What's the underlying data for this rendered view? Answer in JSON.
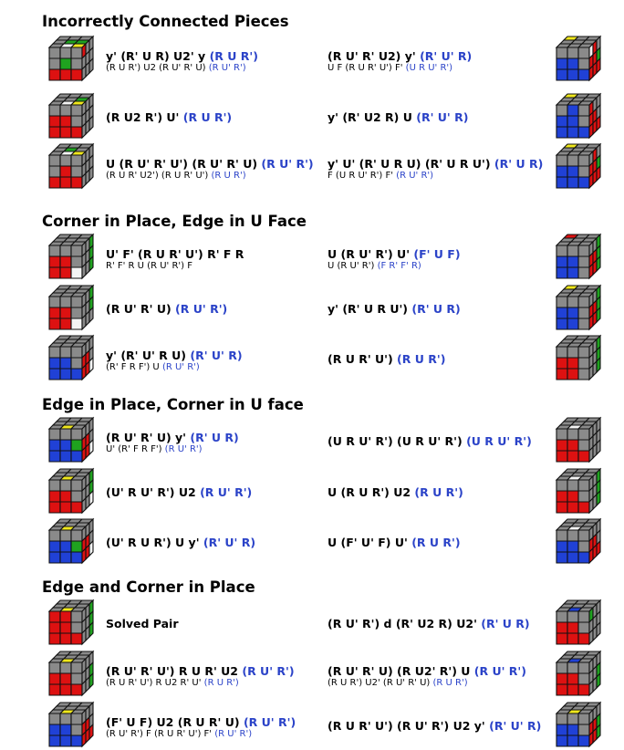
{
  "palette": {
    "white": "#f4f4f4",
    "yellow": "#f0e81c",
    "red": "#dd1111",
    "green": "#1fa31f",
    "blue": "#2041d6",
    "gray": "#8a8a8a",
    "edge": "#111111",
    "link_blue": "#2b43c8"
  },
  "sections": [
    {
      "title": "Incorrectly Connected Pieces",
      "rows": [
        {
          "left": {
            "main": "y' (R' U R) U2' y",
            "main_blue": "(R U R')",
            "alt": "(R U R') U2 (R U' R' U)",
            "alt_blue": "(R U' R')"
          },
          "right": {
            "main": "(R U' R' U2) y'",
            "main_blue": "(R' U' R)",
            "alt": "U F (R U R' U') F'",
            "alt_blue": "(U R U' R')"
          }
        },
        {
          "left": {
            "main": "(R U2 R') U'",
            "main_blue": "(R U R')",
            "alt": "",
            "alt_blue": ""
          },
          "right": {
            "main": "y' (R' U2 R) U",
            "main_blue": "(R' U' R)",
            "alt": "",
            "alt_blue": ""
          }
        },
        {
          "left": {
            "main": "U (R U' R' U') (R U' R' U)",
            "main_blue": "(R U' R')",
            "alt": "(R U R' U2') (R U R' U')",
            "alt_blue": "(R U R')"
          },
          "right": {
            "main": "y' U' (R' U R U) (R' U R U')",
            "main_blue": "(R' U R)",
            "alt": "F (U R U' R') F'",
            "alt_blue": "(R U' R')"
          }
        }
      ]
    },
    {
      "title": "Corner in Place, Edge in U Face",
      "rows": [
        {
          "left": {
            "main": "U' F' (R U R' U') R' F R",
            "main_blue": "",
            "alt": "R' F' R U (R U' R') F",
            "alt_blue": ""
          },
          "right": {
            "main": "U (R U' R') U'",
            "main_blue": "(F' U F)",
            "alt": "U (R U' R')",
            "alt_blue": "(F R' F' R)"
          }
        },
        {
          "left": {
            "main": "(R U' R' U)",
            "main_blue": "(R U' R')",
            "alt": "",
            "alt_blue": ""
          },
          "right": {
            "main": "y' (R' U R U')",
            "main_blue": "(R' U R)",
            "alt": "",
            "alt_blue": ""
          }
        },
        {
          "left": {
            "main": "y' (R' U' R U)",
            "main_blue": "(R' U' R)",
            "alt": "(R' F R F') U",
            "alt_blue": "(R U' R')"
          },
          "right": {
            "main": "(R U R' U')",
            "main_blue": "(R U R')",
            "alt": "",
            "alt_blue": ""
          }
        }
      ]
    },
    {
      "title": "Edge in Place, Corner in U face",
      "rows": [
        {
          "left": {
            "main": "(R U' R' U) y'",
            "main_blue": "(R' U R)",
            "alt": "U' (R' F R F')",
            "alt_blue": "(R U' R')"
          },
          "right": {
            "main": "(U R U' R') (U R U' R')",
            "main_blue": "(U R U' R')",
            "alt": "",
            "alt_blue": ""
          }
        },
        {
          "left": {
            "main": "(U' R U' R') U2",
            "main_blue": "(R U' R')",
            "alt": "",
            "alt_blue": ""
          },
          "right": {
            "main": "U (R U R') U2",
            "main_blue": "(R U R')",
            "alt": "",
            "alt_blue": ""
          }
        },
        {
          "left": {
            "main": "(U' R U R') U y'",
            "main_blue": "(R' U' R)",
            "alt": "",
            "alt_blue": ""
          },
          "right": {
            "main": "U (F' U' F) U'",
            "main_blue": "(R U R')",
            "alt": "",
            "alt_blue": ""
          }
        }
      ]
    },
    {
      "title": "Edge and Corner in Place",
      "rows": [
        {
          "left": {
            "main": "Solved Pair",
            "main_blue": "",
            "alt": "",
            "alt_blue": ""
          },
          "right": {
            "main": "(R U' R') d (R' U2 R) U2'",
            "main_blue": "(R' U R)",
            "alt": "",
            "alt_blue": ""
          }
        },
        {
          "left": {
            "main": "(R U' R' U') R U R' U2",
            "main_blue": "(R U' R')",
            "alt": "(R U R' U') R U2 R' U'",
            "alt_blue": "(R U R')"
          },
          "right": {
            "main": "(R U' R' U) (R U2' R') U",
            "main_blue": "(R U' R')",
            "alt": "(R U R') U2' (R U' R' U)",
            "alt_blue": "(R U R')"
          }
        },
        {
          "left": {
            "main": "(F' U F) U2 (R U R' U)",
            "main_blue": "(R U' R')",
            "alt": "(R U' R') F (R U R' U') F'",
            "alt_blue": "(R U' R')"
          },
          "right": {
            "main": "(R U R' U') (R U' R') U2 y'",
            "main_blue": "(R' U' R)",
            "alt": "",
            "alt_blue": ""
          }
        }
      ]
    }
  ],
  "cubes": [
    {
      "left": {
        "top": [
          "g",
          "g",
          "g",
          "g",
          "g",
          "g",
          "g",
          "w",
          "y"
        ],
        "front": [
          "g",
          "g",
          "g",
          "g",
          "r",
          "g",
          "r",
          "r",
          "r"
        ],
        "side": [
          "r",
          "g",
          "g",
          "g",
          "g",
          "g",
          "g",
          "g",
          "g"
        ]
      },
      "right": {
        "top": [
          "y",
          "g",
          "g",
          "g",
          "g",
          "g",
          "g",
          "g",
          "g"
        ],
        "front": [
          "g",
          "g",
          "g",
          "b",
          "b",
          "g",
          "b",
          "b",
          "b"
        ],
        "side": [
          "w",
          "r",
          "g",
          "r",
          "r",
          "g",
          "r",
          "r",
          "r"
        ]
      }
    },
    {
      "left": {
        "top": [
          "g",
          "g",
          "g",
          "g",
          "g",
          "g",
          "g",
          "w",
          "y"
        ],
        "front": [
          "g",
          "g",
          "g",
          "r",
          "r",
          "g",
          "r",
          "r",
          "r"
        ],
        "side": [
          "g",
          "g",
          "g",
          "g",
          "g",
          "g",
          "g",
          "g",
          "g"
        ]
      },
      "right": {
        "top": [
          "y",
          "g",
          "g",
          "g",
          "g",
          "g",
          "g",
          "g",
          "g"
        ],
        "front": [
          "g",
          "b",
          "g",
          "b",
          "b",
          "g",
          "b",
          "b",
          "b"
        ],
        "side": [
          "r",
          "g",
          "g",
          "r",
          "r",
          "g",
          "r",
          "r",
          "r"
        ]
      }
    },
    {
      "left": {
        "top": [
          "g",
          "g",
          "g",
          "g",
          "g",
          "g",
          "g",
          "w",
          "y"
        ],
        "front": [
          "g",
          "g",
          "g",
          "g",
          "r",
          "g",
          "r",
          "r",
          "r"
        ],
        "side": [
          "g",
          "g",
          "g",
          "g",
          "g",
          "g",
          "g",
          "g",
          "g"
        ]
      },
      "right": {
        "top": [
          "y",
          "g",
          "g",
          "g",
          "g",
          "g",
          "g",
          "g",
          "g"
        ],
        "front": [
          "g",
          "g",
          "g",
          "b",
          "b",
          "g",
          "b",
          "b",
          "b"
        ],
        "side": [
          "g",
          "r",
          "g",
          "r",
          "r",
          "g",
          "r",
          "r",
          "r"
        ]
      }
    },
    {
      "left": {
        "top": [
          "g",
          "g",
          "g",
          "g",
          "g",
          "g",
          "g",
          "g",
          "g"
        ],
        "front": [
          "g",
          "g",
          "g",
          "r",
          "r",
          "g",
          "r",
          "r",
          "w"
        ],
        "side": [
          "g",
          "g",
          "g",
          "g",
          "g",
          "g",
          "g",
          "g",
          "g"
        ]
      },
      "right": {
        "top": [
          "r",
          "g",
          "g",
          "g",
          "g",
          "g",
          "g",
          "g",
          "g"
        ],
        "front": [
          "g",
          "g",
          "g",
          "b",
          "b",
          "g",
          "b",
          "b",
          "g"
        ],
        "side": [
          "g",
          "g",
          "g",
          "r",
          "r",
          "g",
          "r",
          "r",
          "r"
        ]
      }
    },
    {
      "left": {
        "top": [
          "g",
          "g",
          "g",
          "g",
          "g",
          "g",
          "g",
          "g",
          "g"
        ],
        "front": [
          "g",
          "g",
          "g",
          "r",
          "r",
          "g",
          "r",
          "r",
          "w"
        ],
        "side": [
          "g",
          "g",
          "g",
          "g",
          "g",
          "g",
          "g",
          "g",
          "g"
        ]
      },
      "right": {
        "top": [
          "y",
          "g",
          "g",
          "g",
          "g",
          "g",
          "g",
          "g",
          "g"
        ],
        "front": [
          "g",
          "g",
          "g",
          "b",
          "b",
          "g",
          "b",
          "b",
          "g"
        ],
        "side": [
          "g",
          "g",
          "g",
          "r",
          "r",
          "g",
          "r",
          "r",
          "r"
        ]
      }
    },
    {
      "left": {
        "top": [
          "g",
          "g",
          "g",
          "g",
          "g",
          "g",
          "g",
          "g",
          "g"
        ],
        "front": [
          "g",
          "g",
          "g",
          "b",
          "b",
          "g",
          "b",
          "b",
          "b"
        ],
        "side": [
          "g",
          "g",
          "g",
          "r",
          "r",
          "g",
          "r",
          "r",
          "w"
        ]
      },
      "right": {
        "top": [
          "g",
          "g",
          "g",
          "g",
          "g",
          "g",
          "g",
          "g",
          "g"
        ],
        "front": [
          "g",
          "g",
          "g",
          "r",
          "r",
          "g",
          "r",
          "r",
          "g"
        ],
        "side": [
          "g",
          "g",
          "g",
          "g",
          "g",
          "g",
          "g",
          "g",
          "g"
        ]
      }
    },
    {
      "left": {
        "top": [
          "g",
          "g",
          "g",
          "g",
          "g",
          "g",
          "g",
          "y",
          "g"
        ],
        "front": [
          "g",
          "g",
          "g",
          "b",
          "b",
          "r",
          "b",
          "b",
          "b"
        ],
        "side": [
          "g",
          "g",
          "g",
          "r",
          "r",
          "g",
          "r",
          "r",
          "w"
        ]
      },
      "right": {
        "top": [
          "g",
          "g",
          "g",
          "g",
          "g",
          "g",
          "g",
          "w",
          "g"
        ],
        "front": [
          "g",
          "g",
          "g",
          "r",
          "r",
          "g",
          "r",
          "r",
          "r"
        ],
        "side": [
          "g",
          "g",
          "g",
          "g",
          "g",
          "g",
          "g",
          "g",
          "g"
        ]
      }
    },
    {
      "left": {
        "top": [
          "g",
          "g",
          "g",
          "g",
          "g",
          "g",
          "g",
          "y",
          "g"
        ],
        "front": [
          "g",
          "g",
          "g",
          "r",
          "r",
          "g",
          "r",
          "r",
          "r"
        ],
        "side": [
          "g",
          "g",
          "g",
          "g",
          "g",
          "g",
          "g",
          "g",
          "w"
        ]
      },
      "right": {
        "top": [
          "g",
          "g",
          "g",
          "g",
          "g",
          "g",
          "g",
          "w",
          "g"
        ],
        "front": [
          "g",
          "g",
          "g",
          "r",
          "r",
          "g",
          "r",
          "r",
          "r"
        ],
        "side": [
          "g",
          "g",
          "g",
          "g",
          "g",
          "g",
          "g",
          "g",
          "g"
        ]
      }
    },
    {
      "left": {
        "top": [
          "g",
          "g",
          "g",
          "g",
          "g",
          "g",
          "g",
          "y",
          "g"
        ],
        "front": [
          "g",
          "g",
          "g",
          "b",
          "b",
          "r",
          "b",
          "b",
          "b"
        ],
        "side": [
          "g",
          "g",
          "g",
          "r",
          "r",
          "g",
          "r",
          "r",
          "w"
        ]
      },
      "right": {
        "top": [
          "g",
          "g",
          "g",
          "g",
          "g",
          "g",
          "g",
          "w",
          "g"
        ],
        "front": [
          "g",
          "g",
          "g",
          "b",
          "b",
          "g",
          "b",
          "b",
          "b"
        ],
        "side": [
          "g",
          "g",
          "g",
          "r",
          "r",
          "g",
          "r",
          "r",
          "r"
        ]
      }
    },
    {
      "left": {
        "top": [
          "g",
          "g",
          "g",
          "g",
          "g",
          "g",
          "g",
          "y",
          "g"
        ],
        "front": [
          "r",
          "r",
          "g",
          "r",
          "r",
          "g",
          "r",
          "r",
          "r"
        ],
        "side": [
          "g",
          "g",
          "g",
          "g",
          "g",
          "g",
          "g",
          "g",
          "g"
        ]
      },
      "right": {
        "top": [
          "g",
          "g",
          "g",
          "g",
          "g",
          "g",
          "g",
          "b",
          "g"
        ],
        "front": [
          "g",
          "g",
          "g",
          "r",
          "r",
          "g",
          "r",
          "r",
          "r"
        ],
        "side": [
          "g",
          "g",
          "g",
          "g",
          "g",
          "g",
          "g",
          "g",
          "g"
        ]
      }
    },
    {
      "left": {
        "top": [
          "g",
          "g",
          "g",
          "g",
          "g",
          "g",
          "g",
          "y",
          "g"
        ],
        "front": [
          "g",
          "g",
          "g",
          "r",
          "r",
          "g",
          "r",
          "r",
          "r"
        ],
        "side": [
          "g",
          "g",
          "g",
          "g",
          "g",
          "g",
          "g",
          "g",
          "g"
        ]
      },
      "right": {
        "top": [
          "g",
          "g",
          "g",
          "g",
          "g",
          "g",
          "g",
          "b",
          "g"
        ],
        "front": [
          "g",
          "g",
          "g",
          "r",
          "r",
          "g",
          "r",
          "r",
          "r"
        ],
        "side": [
          "g",
          "g",
          "g",
          "g",
          "g",
          "g",
          "g",
          "g",
          "g"
        ]
      }
    },
    {
      "left": {
        "top": [
          "g",
          "g",
          "g",
          "g",
          "g",
          "g",
          "g",
          "y",
          "g"
        ],
        "front": [
          "g",
          "g",
          "g",
          "b",
          "b",
          "g",
          "b",
          "b",
          "b"
        ],
        "side": [
          "g",
          "g",
          "g",
          "r",
          "r",
          "g",
          "r",
          "r",
          "r"
        ]
      },
      "right": {
        "top": [
          "g",
          "g",
          "g",
          "g",
          "g",
          "g",
          "g",
          "y",
          "g"
        ],
        "front": [
          "g",
          "g",
          "g",
          "b",
          "b",
          "g",
          "b",
          "b",
          "b"
        ],
        "side": [
          "g",
          "g",
          "g",
          "r",
          "r",
          "g",
          "r",
          "r",
          "r"
        ]
      }
    }
  ]
}
